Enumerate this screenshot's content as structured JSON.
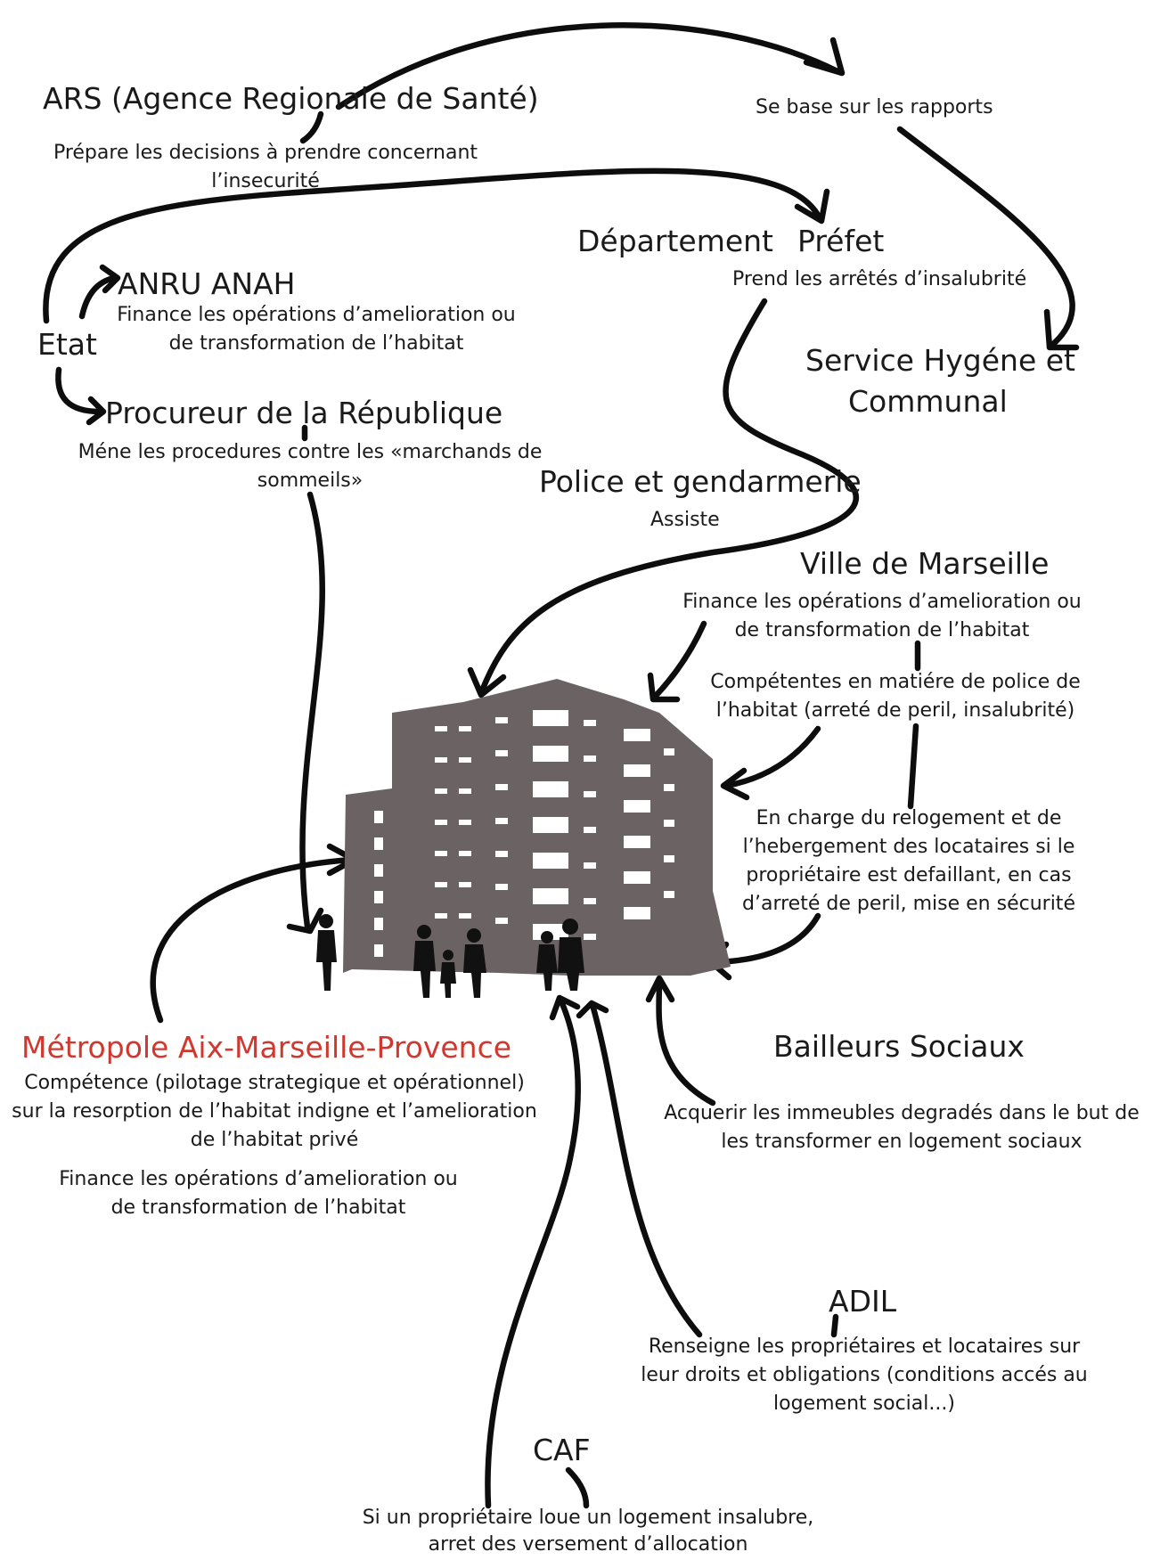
{
  "nodes": {
    "ars": {
      "title": "ARS (Agence Regionale de Santé)",
      "desc_1": "Prépare les decisions à prendre concernant",
      "desc_2": "l’insecurité"
    },
    "rapports": {
      "text": "Se base sur les rapports"
    },
    "departement": {
      "title": "Département"
    },
    "prefet": {
      "title": "Préfet",
      "desc": "Prend les arrêtés d’insalubrité"
    },
    "anru": {
      "title": "ANRU ANAH",
      "desc_1": "Finance les opérations d’amelioration ou",
      "desc_2": "de transformation de l’habitat"
    },
    "etat": {
      "title": "Etat"
    },
    "service_hygiene": {
      "title_1": "Service Hygéne et",
      "title_2": "Communal"
    },
    "procureur": {
      "title": "Procureur de la République",
      "desc_1": "Méne les procedures contre les «marchands de",
      "desc_2": "sommeils»"
    },
    "police": {
      "title": "Police et gendarmerie",
      "desc": "Assiste"
    },
    "ville": {
      "title": "Ville de Marseille",
      "desc_1": "Finance les opérations d’amelioration ou",
      "desc_2": "de transformation de l’habitat",
      "comp_1": "Compétentes en matiére de police de",
      "comp_2": "l’habitat (arreté de peril, insalubrité)",
      "charge_1": "En charge du relogement et de",
      "charge_2": "l’hebergement des locataires si le",
      "charge_3": "propriétaire est defaillant, en cas",
      "charge_4": "d’arreté de peril, mise en sécurité"
    },
    "metropole": {
      "title": "Métropole Aix-Marseille-Provence",
      "desc_1": "Compétence (pilotage strategique et opérationnel)",
      "desc_2": "sur la resorption de l’habitat indigne et l’amelioration",
      "desc_3": "de l’habitat privé",
      "fin_1": "Finance les opérations d’amelioration ou",
      "fin_2": "de transformation de l’habitat"
    },
    "bailleurs": {
      "title": "Bailleurs Sociaux",
      "desc_1": "Acquerir les immeubles degradés dans le but de",
      "desc_2": "les transformer en logement sociaux"
    },
    "adil": {
      "title": "ADIL",
      "desc_1": "Renseigne les propriétaires et locataires sur",
      "desc_2": "leur droits et obligations (conditions accés au",
      "desc_3": "logement social...)"
    },
    "caf": {
      "title": "CAF",
      "desc_1": "Si un propriétaire loue un logement insalubre,",
      "desc_2": "arret des versement d’allocation"
    }
  },
  "colors": {
    "text": "#1a1a1a",
    "accent_red": "#d0382f",
    "arrow": "#0d0d0d",
    "building": "#6b6363",
    "window": "#ffffff"
  },
  "illustration": {
    "subject": "building-with-residents-silhouette"
  }
}
